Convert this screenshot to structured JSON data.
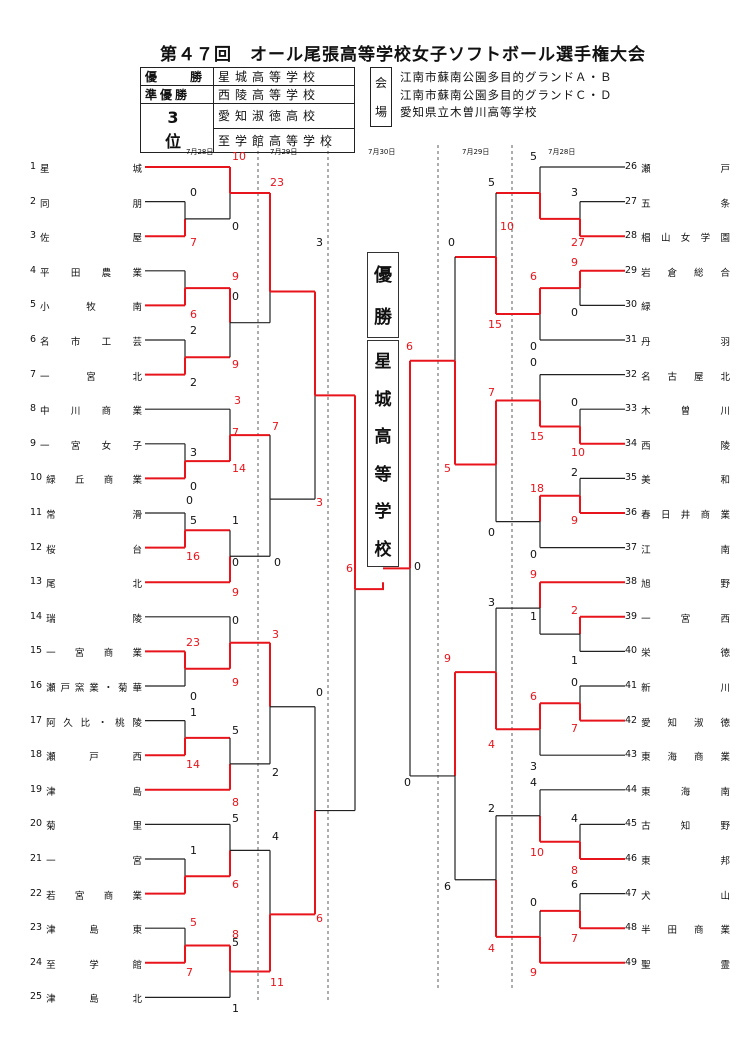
{
  "title": "第４７回　オール尾張高等学校女子ソフトボール選手権大会",
  "results": [
    {
      "rank": "優　　勝",
      "team": "星城高等学校"
    },
    {
      "rank": "準優勝",
      "team": "西陵高等学校"
    },
    {
      "rank": "3　位",
      "team": "愛知淑徳高校"
    },
    {
      "rank": "",
      "team": "至学館高等学校"
    }
  ],
  "venue": {
    "label_1": "会",
    "label_2": "場",
    "lines": [
      "江南市蘇南公園多目的グランドＡ・Ｂ",
      "江南市蘇南公園多目的グランドＣ・Ｄ",
      "愛知県立木曽川高等学校"
    ]
  },
  "dates": {
    "d1": "7月28日",
    "d2": "7月29日",
    "d3": "7月30日"
  },
  "champion": {
    "label": [
      "優",
      "勝"
    ],
    "team": [
      "星",
      "城",
      "高",
      "等",
      "学",
      "校"
    ]
  },
  "teams_left": [
    {
      "num": "1",
      "name": "星城"
    },
    {
      "num": "2",
      "name": "同朋"
    },
    {
      "num": "3",
      "name": "佐屋"
    },
    {
      "num": "4",
      "name": "平田農業"
    },
    {
      "num": "5",
      "name": "小牧南"
    },
    {
      "num": "6",
      "name": "名市工芸"
    },
    {
      "num": "7",
      "name": "一宮北"
    },
    {
      "num": "8",
      "name": "中川商業"
    },
    {
      "num": "9",
      "name": "一宮女子"
    },
    {
      "num": "10",
      "name": "緑丘商業"
    },
    {
      "num": "11",
      "name": "常滑"
    },
    {
      "num": "12",
      "name": "桜台"
    },
    {
      "num": "13",
      "name": "尾北"
    },
    {
      "num": "14",
      "name": "瑞陵"
    },
    {
      "num": "15",
      "name": "一宮商業"
    },
    {
      "num": "16",
      "name": "瀬戸窯業・菊華"
    },
    {
      "num": "17",
      "name": "阿久比・桃陵"
    },
    {
      "num": "18",
      "name": "瀬戸西"
    },
    {
      "num": "19",
      "name": "津島"
    },
    {
      "num": "20",
      "name": "菊里"
    },
    {
      "num": "21",
      "name": "一宮"
    },
    {
      "num": "22",
      "name": "若宮商業"
    },
    {
      "num": "23",
      "name": "津島東"
    },
    {
      "num": "24",
      "name": "至学館"
    },
    {
      "num": "25",
      "name": "津島北"
    }
  ],
  "teams_right": [
    {
      "num": "26",
      "name": "瀬戸"
    },
    {
      "num": "27",
      "name": "五条"
    },
    {
      "num": "28",
      "name": "椙山女学園"
    },
    {
      "num": "29",
      "name": "岩倉総合"
    },
    {
      "num": "30",
      "name": "緑"
    },
    {
      "num": "31",
      "name": "丹羽"
    },
    {
      "num": "32",
      "name": "名古屋北"
    },
    {
      "num": "33",
      "name": "木曽川"
    },
    {
      "num": "34",
      "name": "西陵"
    },
    {
      "num": "35",
      "name": "美和"
    },
    {
      "num": "36",
      "name": "春日井商業"
    },
    {
      "num": "37",
      "name": "江南"
    },
    {
      "num": "38",
      "name": "旭野"
    },
    {
      "num": "39",
      "name": "一宮西"
    },
    {
      "num": "40",
      "name": "栄徳"
    },
    {
      "num": "41",
      "name": "新川"
    },
    {
      "num": "42",
      "name": "愛知淑徳"
    },
    {
      "num": "43",
      "name": "東海商業"
    },
    {
      "num": "44",
      "name": "東海南"
    },
    {
      "num": "45",
      "name": "古知野"
    },
    {
      "num": "46",
      "name": "東邦"
    },
    {
      "num": "47",
      "name": "犬山"
    },
    {
      "num": "48",
      "name": "半田商業"
    },
    {
      "num": "49",
      "name": "聖霊"
    }
  ],
  "scores": [
    {
      "v": "10",
      "win": true
    },
    {
      "v": "0",
      "win": false
    },
    {
      "v": "0",
      "win": false
    },
    {
      "v": "7",
      "win": true
    },
    {
      "v": "23",
      "win": true
    },
    {
      "v": "3",
      "win": false
    },
    {
      "v": "9",
      "win": true
    },
    {
      "v": "6",
      "win": true
    },
    {
      "v": "0",
      "win": false
    },
    {
      "v": "2",
      "win": false
    },
    {
      "v": "9",
      "win": true
    },
    {
      "v": "2",
      "win": false
    },
    {
      "v": "3",
      "win": true
    },
    {
      "v": "0",
      "win": false
    },
    {
      "v": "7",
      "win": true
    },
    {
      "v": "3",
      "win": false
    },
    {
      "v": "7",
      "win": true
    },
    {
      "v": "14",
      "win": true
    },
    {
      "v": "0",
      "win": false
    },
    {
      "v": "3",
      "win": true
    },
    {
      "v": "0",
      "win": false
    },
    {
      "v": "5",
      "win": false
    },
    {
      "v": "1",
      "win": false
    },
    {
      "v": "16",
      "win": true
    },
    {
      "v": "0",
      "win": false
    },
    {
      "v": "9",
      "win": true
    },
    {
      "v": "6",
      "win": true
    },
    {
      "v": "0",
      "win": false
    },
    {
      "v": "23",
      "win": true
    },
    {
      "v": "9",
      "win": true
    },
    {
      "v": "0",
      "win": false
    },
    {
      "v": "3",
      "win": true
    },
    {
      "v": "1",
      "win": false
    },
    {
      "v": "5",
      "win": false
    },
    {
      "v": "14",
      "win": true
    },
    {
      "v": "2",
      "win": false
    },
    {
      "v": "8",
      "win": true
    },
    {
      "v": "5",
      "win": false
    },
    {
      "v": "0",
      "win": false
    },
    {
      "v": "4",
      "win": false
    },
    {
      "v": "1",
      "win": false
    },
    {
      "v": "6",
      "win": true
    },
    {
      "v": "5",
      "win": true
    },
    {
      "v": "5",
      "win": false
    },
    {
      "v": "8",
      "win": true
    },
    {
      "v": "7",
      "win": true
    },
    {
      "v": "11",
      "win": true
    },
    {
      "v": "6",
      "win": true
    },
    {
      "v": "1",
      "win": false
    },
    {
      "v": "5",
      "win": false
    },
    {
      "v": "5",
      "win": false
    },
    {
      "v": "3",
      "win": false
    },
    {
      "v": "10",
      "win": true
    },
    {
      "v": "27",
      "win": true
    },
    {
      "v": "0",
      "win": false
    },
    {
      "v": "9",
      "win": true
    },
    {
      "v": "6",
      "win": true
    },
    {
      "v": "0",
      "win": false
    },
    {
      "v": "15",
      "win": true
    },
    {
      "v": "0",
      "win": false
    },
    {
      "v": "6",
      "win": true
    },
    {
      "v": "0",
      "win": false
    },
    {
      "v": "7",
      "win": true
    },
    {
      "v": "0",
      "win": false
    },
    {
      "v": "15",
      "win": true
    },
    {
      "v": "10",
      "win": true
    },
    {
      "v": "2",
      "win": false
    },
    {
      "v": "5",
      "win": true
    },
    {
      "v": "18",
      "win": true
    },
    {
      "v": "9",
      "win": true
    },
    {
      "v": "0",
      "win": false
    },
    {
      "v": "0",
      "win": false
    },
    {
      "v": "0",
      "win": false
    },
    {
      "v": "9",
      "win": true
    },
    {
      "v": "3",
      "win": false
    },
    {
      "v": "2",
      "win": true
    },
    {
      "v": "1",
      "win": false
    },
    {
      "v": "1",
      "win": false
    },
    {
      "v": "9",
      "win": true
    },
    {
      "v": "0",
      "win": false
    },
    {
      "v": "6",
      "win": true
    },
    {
      "v": "7",
      "win": true
    },
    {
      "v": "4",
      "win": true
    },
    {
      "v": "3",
      "win": false
    },
    {
      "v": "0",
      "win": false
    },
    {
      "v": "4",
      "win": false
    },
    {
      "v": "2",
      "win": false
    },
    {
      "v": "4",
      "win": false
    },
    {
      "v": "10",
      "win": true
    },
    {
      "v": "8",
      "win": true
    },
    {
      "v": "6",
      "win": false
    },
    {
      "v": "6",
      "win": false
    },
    {
      "v": "0",
      "win": false
    },
    {
      "v": "7",
      "win": true
    },
    {
      "v": "4",
      "win": true
    },
    {
      "v": "9",
      "win": true
    }
  ]
}
